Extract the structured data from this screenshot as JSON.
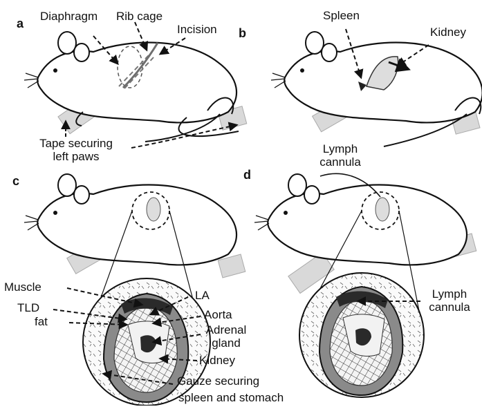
{
  "panels": {
    "a": {
      "letter": "a",
      "diaphragm": "Diaphragm",
      "rib_cage": "Rib cage",
      "incision": "Incision",
      "tape_line1": "Tape securing",
      "tape_line2": "left paws"
    },
    "b": {
      "letter": "b",
      "spleen": "Spleen",
      "kidney": "Kidney"
    },
    "c": {
      "letter": "c",
      "muscle": "Muscle",
      "tld": "TLD",
      "fat": "fat",
      "la": "LA",
      "aorta": "Aorta",
      "adrenal_line1": "Adrenal",
      "adrenal_line2": "gland",
      "kidney": "Kidney",
      "gauze_line1": "Gauze securing",
      "gauze_line2": "spleen and stomach"
    },
    "d": {
      "letter": "d",
      "lymph_top_line1": "Lymph",
      "lymph_top_line2": "cannula",
      "lymph_right_line1": "Lymph",
      "lymph_right_line2": "cannula"
    }
  },
  "colors": {
    "ink": "#111111",
    "tape": "#d9d9d9",
    "tissue": "#8a8a8a",
    "dark_tissue": "#2a2a2a",
    "incision": "#6e6e6e"
  }
}
